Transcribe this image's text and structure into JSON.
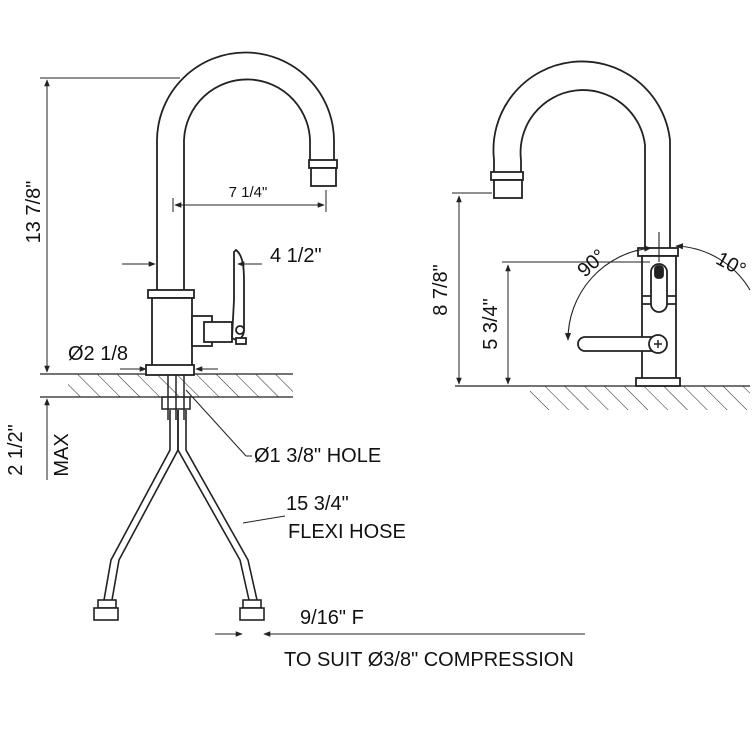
{
  "diagram": {
    "side_view": {
      "height_total": "13 7/8\"",
      "spout_reach": "7 1/4\"",
      "handle_offset": "4 1/2\"",
      "base_diameter": "Ø2 1/8",
      "hole_size": "Ø1 3/8\" HOLE",
      "deck_thickness": "2 1/2\"",
      "deck_thickness_note": "MAX",
      "hose_length": "15 3/4\"",
      "hose_label": "FLEXI HOSE",
      "fitting_size": "9/16\" F",
      "fitting_note": "TO SUIT  Ø3/8\" COMPRESSION"
    },
    "front_view": {
      "spout_height": "8 7/8\"",
      "handle_height": "5 3/4\"",
      "angle_open": "90°",
      "angle_back": "10°"
    },
    "colors": {
      "line": "#222222",
      "background": "#ffffff"
    }
  }
}
